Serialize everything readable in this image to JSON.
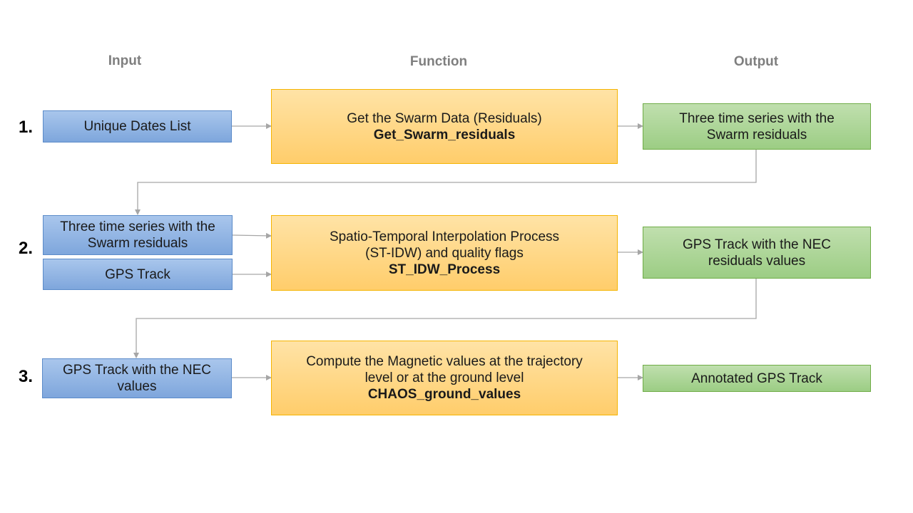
{
  "headers": {
    "input": "Input",
    "function": "Function",
    "output": "Output"
  },
  "steps": [
    {
      "number": "1.",
      "inputs": [
        {
          "lines": [
            "Unique Dates List"
          ]
        }
      ],
      "function": {
        "lines": [
          "Get the Swarm Data (Residuals)"
        ],
        "name": "Get_Swarm_residuals"
      },
      "output": {
        "lines": [
          "Three time series with the",
          "Swarm residuals"
        ]
      }
    },
    {
      "number": "2.",
      "inputs": [
        {
          "lines": [
            "Three time series with the",
            "Swarm residuals"
          ]
        },
        {
          "lines": [
            "GPS Track"
          ]
        }
      ],
      "function": {
        "lines": [
          "Spatio-Temporal Interpolation Process",
          "(ST-IDW) and quality flags"
        ],
        "name": "ST_IDW_Process"
      },
      "output": {
        "lines": [
          "GPS Track with the NEC",
          "residuals values"
        ]
      }
    },
    {
      "number": "3.",
      "inputs": [
        {
          "lines": [
            "GPS Track with the NEC",
            "values"
          ]
        }
      ],
      "function": {
        "lines": [
          "Compute the Magnetic values at the trajectory",
          "level or at the ground level"
        ],
        "name": "CHAOS_ground_values"
      },
      "output": {
        "lines": [
          "Annotated GPS Track"
        ]
      }
    }
  ],
  "colors": {
    "input_fill": "#8fb4e3",
    "function_fill": "#ffd685",
    "output_fill": "#a9d18e",
    "connector": "#a6a6a6"
  }
}
